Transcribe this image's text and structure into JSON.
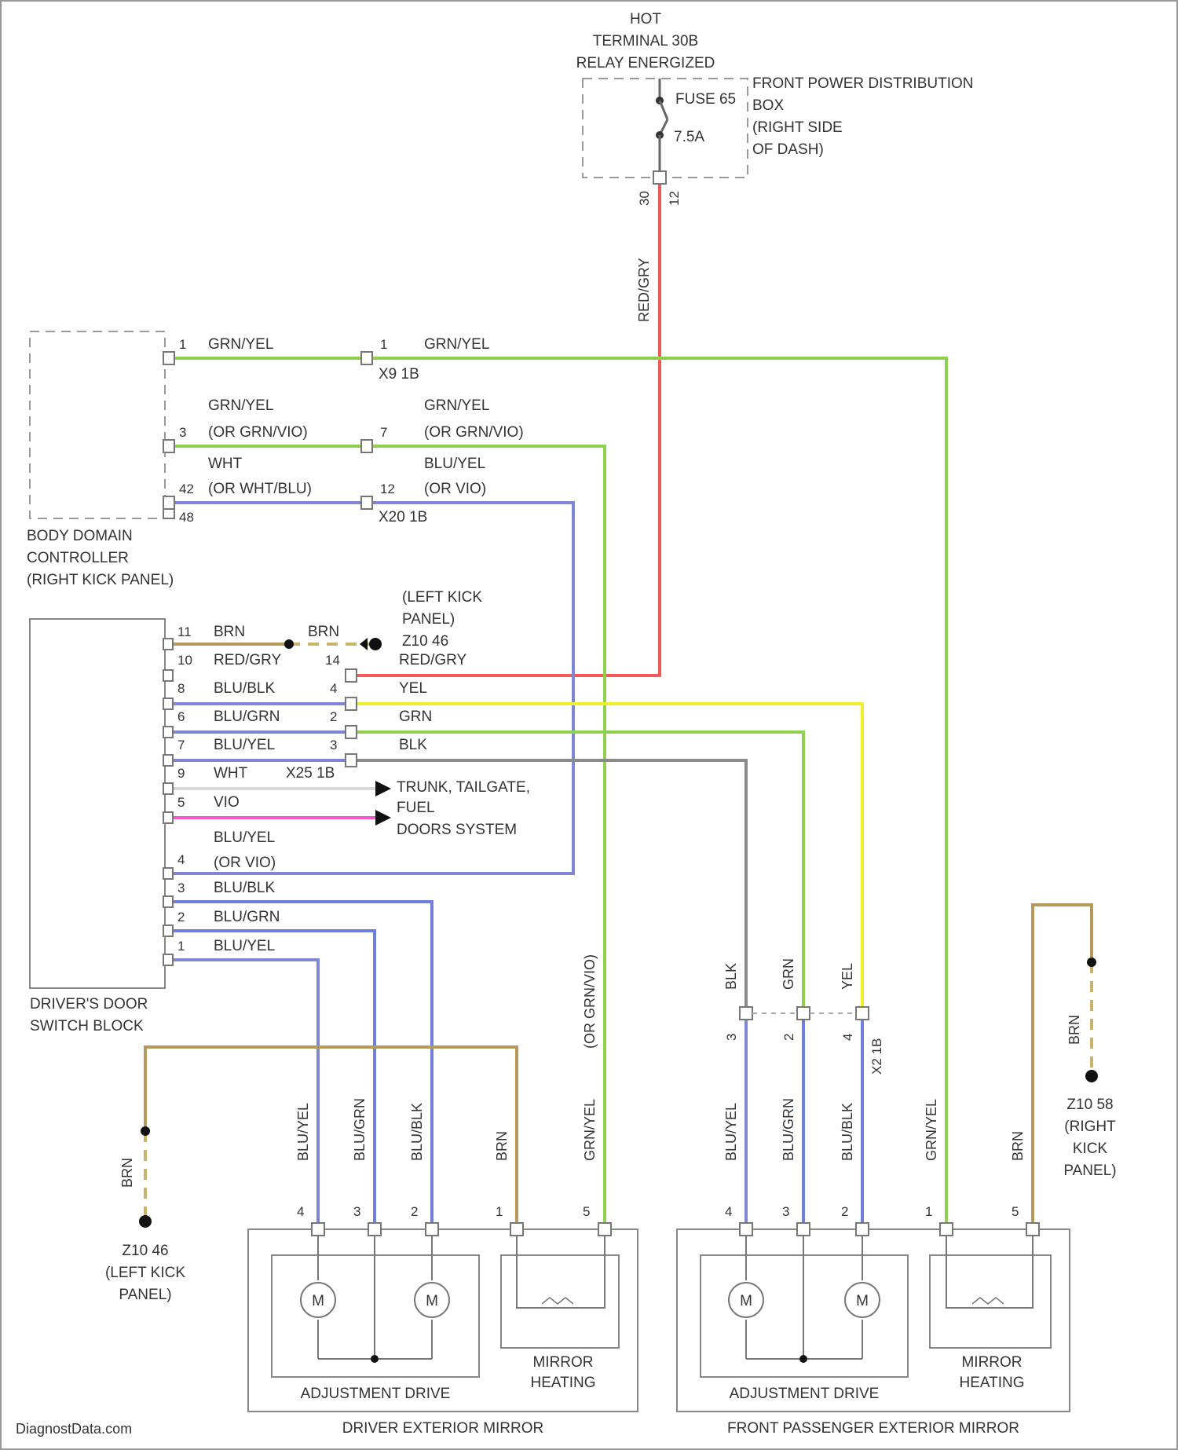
{
  "source": {
    "line1": "HOT",
    "line2": "TERMINAL 30B",
    "line3": "RELAY ENERGIZED",
    "fuse": "FUSE 65",
    "rating": "7.5A",
    "box": [
      "FRONT POWER DISTRIBUTION",
      "BOX",
      "(RIGHT SIDE",
      "OF DASH)"
    ],
    "pin_a": "30",
    "pin_b": "12",
    "wire": "RED/GRY"
  },
  "bdc": {
    "label": [
      "BODY DOMAIN",
      "CONTROLLER",
      "(RIGHT KICK PANEL)"
    ],
    "pin1": "1",
    "w1": "GRN/YEL",
    "pin3": "3",
    "w3a": "GRN/YEL",
    "w3b": "(OR GRN/VIO)",
    "pin42": "42",
    "w42a": "WHT",
    "w42b": "(OR WHT/BLU)",
    "pin48": "48"
  },
  "x9": {
    "pin1": "1",
    "w1": "GRN/YEL",
    "conn": "X9 1B",
    "pin7": "7",
    "w7a": "GRN/YEL",
    "w7b": "(OR GRN/VIO)",
    "pin12": "12",
    "w12a": "BLU/YEL",
    "w12b": "(OR VIO)",
    "conn2": "X20 1B"
  },
  "ground_left_top": {
    "label": [
      "(LEFT KICK",
      "PANEL)",
      "Z10 46"
    ],
    "wire": "BRN"
  },
  "dsb": {
    "label": [
      "DRIVER'S DOOR",
      "SWITCH BLOCK"
    ],
    "rows": [
      {
        "pin": "11",
        "wire": "BRN"
      },
      {
        "pin": "10",
        "wire": "RED/GRY"
      },
      {
        "pin": "8",
        "wire": "BLU/BLK"
      },
      {
        "pin": "6",
        "wire": "BLU/GRN"
      },
      {
        "pin": "7",
        "wire": "BLU/YEL"
      },
      {
        "pin": "9",
        "wire": "WHT"
      },
      {
        "pin": "5",
        "wire": "VIO"
      }
    ],
    "rows2": [
      {
        "pin": "4",
        "wire": "(OR VIO)",
        "extra": "BLU/YEL"
      },
      {
        "pin": "3",
        "wire": "BLU/BLK"
      },
      {
        "pin": "2",
        "wire": "BLU/GRN"
      },
      {
        "pin": "1",
        "wire": "BLU/YEL"
      }
    ]
  },
  "mid_conn": {
    "pin14": "14",
    "red": "RED/GRY",
    "pin4": "4",
    "yel": "YEL",
    "pin2": "2",
    "grn": "GRN",
    "pin3": "3",
    "blk": "BLK",
    "conn": "X25 1B",
    "wht_bdc": "BRN"
  },
  "arrow_target": [
    "TRUNK, TAILGATE,",
    "FUEL",
    "DOORS SYSTEM"
  ],
  "driver_mirror": {
    "title": "DRIVER EXTERIOR MIRROR",
    "drive": "ADJUSTMENT DRIVE",
    "heat": [
      "MIRROR",
      "HEATING"
    ],
    "wires": [
      "BLU/YEL",
      "BLU/GRN",
      "BLU/BLK",
      "BRN",
      "GRN/YEL",
      "(OR GRN/VIO)"
    ],
    "pins": [
      "4",
      "3",
      "2",
      "1",
      "5"
    ],
    "motor": "M"
  },
  "ground_left_bottom": {
    "wire": "BRN",
    "label": [
      "Z10 46",
      "(LEFT KICK",
      "PANEL)"
    ]
  },
  "pass_conn": {
    "wires": [
      "BLK",
      "GRN",
      "YEL"
    ],
    "pins": [
      "3",
      "2",
      "4"
    ],
    "conn": "X2 1B"
  },
  "passenger_mirror": {
    "title": "FRONT PASSENGER EXTERIOR MIRROR",
    "drive": "ADJUSTMENT DRIVE",
    "heat": [
      "MIRROR",
      "HEATING"
    ],
    "wires": [
      "BLU/YEL",
      "BLU/GRN",
      "BLU/BLK",
      "GRN/YEL",
      "BRN"
    ],
    "pins": [
      "4",
      "3",
      "2",
      "1",
      "5"
    ],
    "motor": "M"
  },
  "ground_right": {
    "wire": "BRN",
    "label": [
      "Z10 58",
      "(RIGHT",
      "KICK",
      "PANEL)"
    ]
  },
  "watermark": "DiagnostData.com",
  "colors": {
    "red": "#f25a5a",
    "green": "#8fd14f",
    "yellow": "#f2ee2c",
    "blue": "#7f86d6",
    "bluegrn": "#6f7fe0",
    "brown": "#b59a5a",
    "pink": "#ff55cc",
    "gray": "#8a8a8a",
    "white": "#d8d8d8"
  }
}
